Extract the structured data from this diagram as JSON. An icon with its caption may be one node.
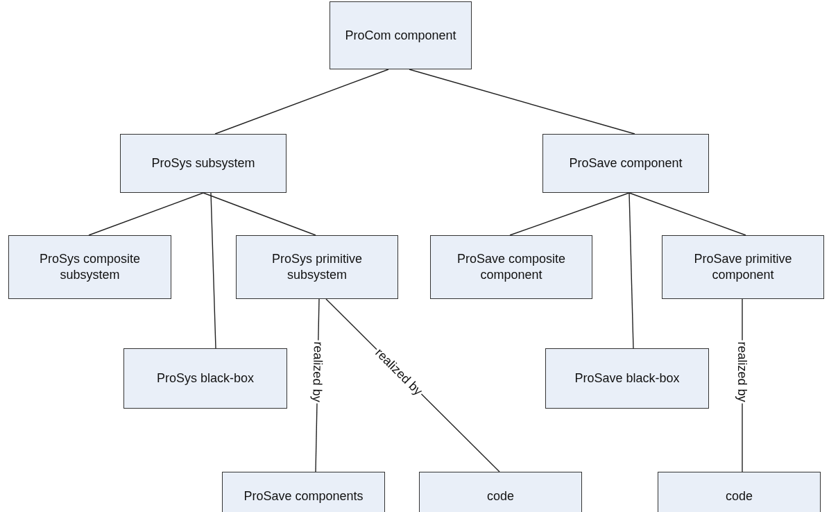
{
  "diagram": {
    "nodes": [
      {
        "text": [
          "ProCom component"
        ]
      },
      {
        "text": [
          "ProSys subsystem"
        ]
      },
      {
        "text": [
          "ProSave component"
        ]
      },
      {
        "text": [
          "ProSys composite subsystem"
        ]
      },
      {
        "text": [
          "ProSys primitive subsystem"
        ]
      },
      {
        "text": [
          "ProSave composite component"
        ]
      },
      {
        "text": [
          "ProSave primitive component"
        ]
      },
      {
        "text": [
          "ProSys black-box"
        ]
      },
      {
        "text": [
          "ProSave black-box"
        ]
      },
      {
        "text": [
          "ProSave components"
        ]
      },
      {
        "text": [
          "code"
        ]
      },
      {
        "text": [
          "code"
        ]
      }
    ],
    "edges": [
      {
        "from": 0,
        "to": 1,
        "arrow": "none"
      },
      {
        "from": 0,
        "to": 2,
        "arrow": "none"
      },
      {
        "from": 1,
        "to": 3,
        "arrow": "none"
      },
      {
        "from": 1,
        "to": 7,
        "arrow": "none"
      },
      {
        "from": 1,
        "to": 4,
        "arrow": "none"
      },
      {
        "from": 2,
        "to": 5,
        "arrow": "none"
      },
      {
        "from": 2,
        "to": 8,
        "arrow": "none"
      },
      {
        "from": 2,
        "to": 6,
        "arrow": "none"
      },
      {
        "from": 4,
        "to": 9,
        "label": "realized by",
        "arrow": "none"
      },
      {
        "from": 4,
        "to": 10,
        "label": "realized by",
        "arrow": "none"
      },
      {
        "from": 6,
        "to": 11,
        "label": "realized by",
        "arrow": "none"
      }
    ]
  }
}
